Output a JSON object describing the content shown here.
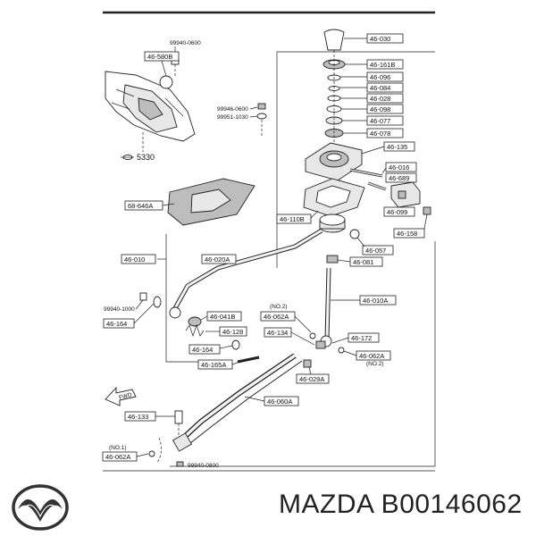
{
  "footer": {
    "brand_part_number": "MAZDA B00146062"
  },
  "labels": {
    "l_46030": "46-030",
    "l_99940_0600_top": "99940-0600",
    "l_46580B": "46-580B",
    "l_46161B": "46-161B",
    "l_46096": "46-096",
    "l_46084": "46-084",
    "l_46028": "46-028",
    "l_99946_0600": "99946-0600",
    "l_99951_1030": "99951-1030",
    "l_46098": "46-098",
    "l_46077": "46-077",
    "l_46078": "46-078",
    "l_5330": "5330",
    "l_46135": "46-135",
    "l_46016": "46-016",
    "l_46689": "46-689",
    "l_68646A": "68-646A",
    "l_46099": "46-099",
    "l_46110B": "46-110B",
    "l_46158": "46-158",
    "l_46057": "46-057",
    "l_46010": "46-010",
    "l_46020A": "46-020A",
    "l_46081": "46-081",
    "l_46010A": "46-010A",
    "l_99940_1000": "99940-1000",
    "l_46164_left": "46-164",
    "l_46041B": "46-041B",
    "l_no2_top": "(NO.2)",
    "l_46062A_mid": "46-062A",
    "l_46128": "46-128",
    "l_46134": "46-134",
    "l_46172": "46-172",
    "l_46164_mid": "46-164",
    "l_46062A_right": "46-062A",
    "l_no2_right": "(NO.2)",
    "l_46165A": "46-165A",
    "l_46029A": "46-029A",
    "l_fwd": "FWD",
    "l_46060A": "46-060A",
    "l_46133": "46-133",
    "l_no1": "(NO.1)",
    "l_46062A_bottom": "46-062A",
    "l_99940_0800": "99940-0800"
  }
}
